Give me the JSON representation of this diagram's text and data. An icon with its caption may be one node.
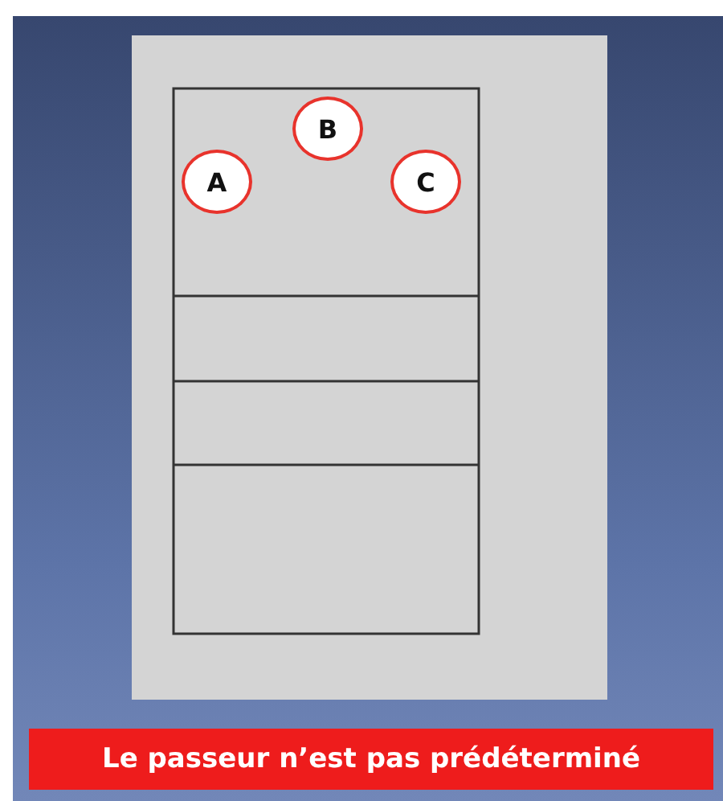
{
  "diagram": {
    "caption": "Le passeur n’est pas prédéterminé",
    "nodes": [
      {
        "text": [
          "A"
        ]
      },
      {
        "text": [
          "B"
        ]
      },
      {
        "text": [
          "C"
        ]
      }
    ]
  }
}
